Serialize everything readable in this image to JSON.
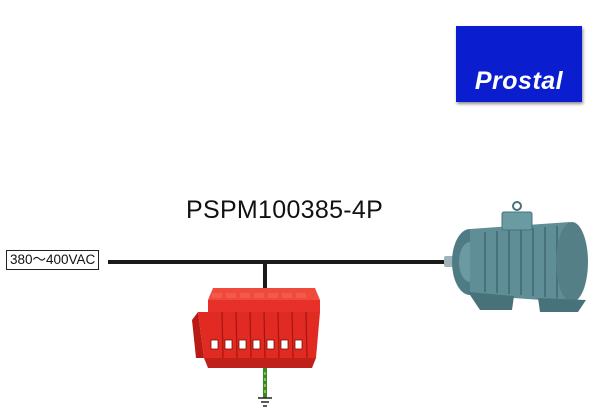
{
  "brand": {
    "logo_text": "Prostal",
    "logo_bg": "#0a1ecf"
  },
  "model_label": "PSPM100385-4P",
  "supply_label": "380～400VAC",
  "colors": {
    "line": "#1a1a1a",
    "spd_body": "#e8302a",
    "motor_body": "#5f8e96",
    "earth": "#2e8b2e"
  },
  "icons": [
    "surge-protector-icon",
    "electric-motor-icon",
    "ground-symbol-icon"
  ]
}
